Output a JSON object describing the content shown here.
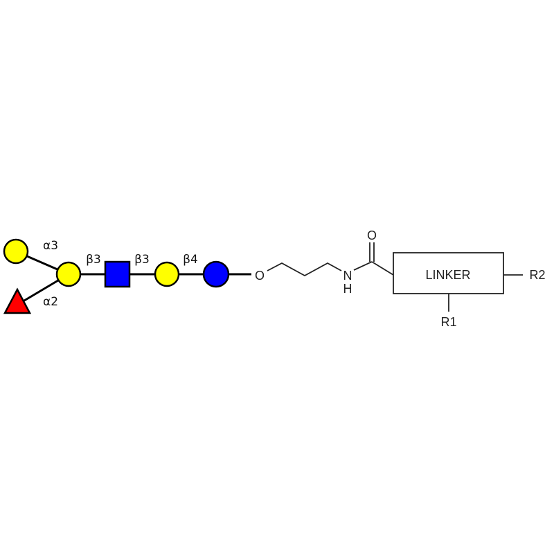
{
  "glycan": {
    "linkages": {
      "gal_branch": "α3",
      "fuc_branch": "α2",
      "gal_glcnac": "β3",
      "glcnac_gal": "β3",
      "gal_glc": "β4"
    },
    "colors": {
      "galactose": "#ffff00",
      "glcnac": "#0000ff",
      "glucose": "#0000ff",
      "fucose": "#ff0000"
    }
  },
  "linker": {
    "o_atom": "O",
    "n_atom": "N",
    "h_atom": "H",
    "carbonyl_o": "O",
    "box_label": "LINKER",
    "r1": "R1",
    "r2": "R2"
  }
}
